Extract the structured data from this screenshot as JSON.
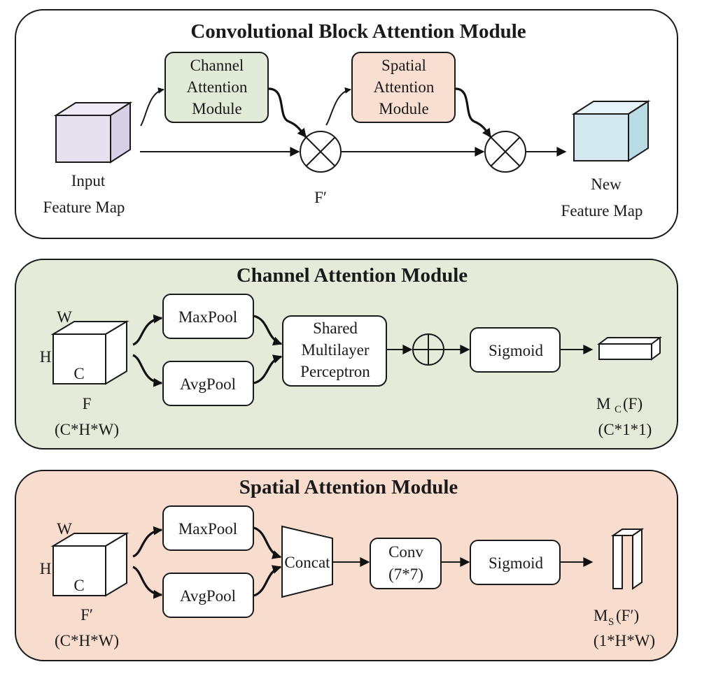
{
  "colors": {
    "panel_cbam_bg": "#ffffff",
    "panel_channel_bg": "#e4ebd8",
    "panel_spatial_bg": "#f8dccd",
    "channel_box_fill": "#e1ebd7",
    "spatial_box_fill": "#f9dfd1",
    "input_cube_fill": "#e6e0ef",
    "output_cube_fill": "#d3e9ef",
    "stroke": "#1a1a1a"
  },
  "cbam": {
    "title": "Convolutional Block Attention Module",
    "channel_box": [
      "Channel",
      "Attention",
      "Module"
    ],
    "spatial_box": [
      "Spatial",
      "Attention",
      "Module"
    ],
    "input_label": [
      "Input",
      "Feature Map"
    ],
    "fprime_label": "F′",
    "output_label": [
      "New",
      "Feature Map"
    ]
  },
  "channel": {
    "title": "Channel Attention Module",
    "cube_w": "W",
    "cube_h": "H",
    "cube_c": "C",
    "maxpool": "MaxPool",
    "avgpool": "AvgPool",
    "mlp": [
      "Shared",
      "Multilayer",
      "Perceptron"
    ],
    "sigmoid": "Sigmoid",
    "input_label": [
      "F",
      "(C*H*W)"
    ],
    "output_label_main": "M",
    "output_label_sub": "C",
    "output_label_arg": "(F)",
    "output_dims": "(C*1*1)"
  },
  "spatial": {
    "title": "Spatial Attention Module",
    "cube_w": "W",
    "cube_h": "H",
    "cube_c": "C",
    "maxpool": "MaxPool",
    "avgpool": "AvgPool",
    "concat": "Concat",
    "conv": [
      "Conv",
      "(7*7)"
    ],
    "sigmoid": "Sigmoid",
    "input_label": [
      "F′",
      "(C*H*W)"
    ],
    "output_label_main": "M",
    "output_label_sub": "S",
    "output_label_arg": "(F′)",
    "output_dims": "(1*H*W)"
  }
}
